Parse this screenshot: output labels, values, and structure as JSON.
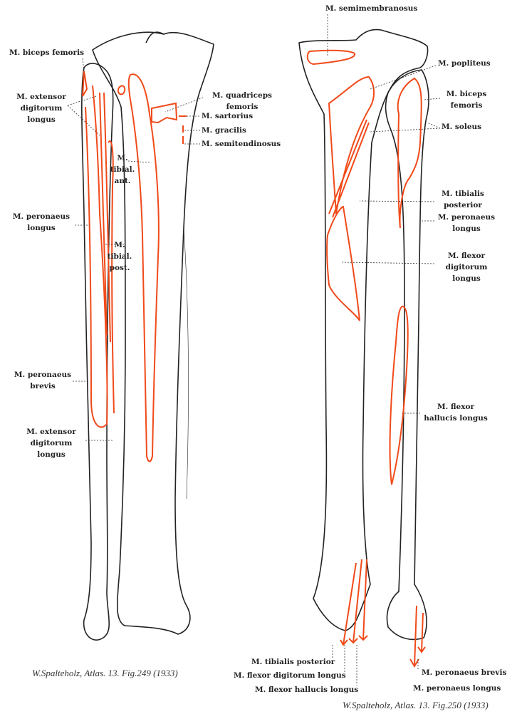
{
  "figure_left": {
    "labels": {
      "biceps_femoris": "M. biceps femoris",
      "extensor_digitorum_longus_top": [
        "M. extensor",
        "digitorum",
        "longus"
      ],
      "quadriceps_femoris": [
        "M. quadriceps",
        "femoris"
      ],
      "sartorius": "M. sartorius",
      "gracilis": "M. gracilis",
      "semitendinosus": "M. semitendinosus",
      "tibial_ant": [
        "M.",
        "tibial.",
        "ant."
      ],
      "peronaeus_longus": [
        "M. peronaeus",
        "longus"
      ],
      "tibial_post": [
        "M.",
        "tibial.",
        "post."
      ],
      "peronaeus_brevis": [
        "M. peronaeus",
        "brevis"
      ],
      "extensor_digitorum_longus_bottom": [
        "M. extensor",
        "digitorum",
        "longus"
      ]
    },
    "caption": "W.Spalteholz, Atlas. 13. Fig.249 (1933)"
  },
  "figure_right": {
    "labels": {
      "semimembranosus": "M. semimembranosus",
      "popliteus": "M. popliteus",
      "biceps_femoris": [
        "M. biceps",
        "femoris"
      ],
      "soleus": "M. soleus",
      "tibialis_posterior": [
        "M. tibialis",
        "posterior"
      ],
      "peronaeus_longus": [
        "M. peronaeus",
        "longus"
      ],
      "flexor_digitorum_longus": [
        "M. flexor",
        "digitorum",
        "longus"
      ],
      "flexor_hallucis_longus": [
        "M. flexor",
        "hallucis longus"
      ],
      "tibialis_posterior_bottom": "M. tibialis posterior",
      "flexor_digitorum_longus_bottom": "M. flexor digitorum longus",
      "flexor_hallucis_longus_bottom": "M. flexor hallucis longus",
      "peronaeus_brevis_bottom": "M. peronaeus brevis",
      "peronaeus_longus_bottom": "M. peronaeus longus"
    },
    "caption": "W.Spalteholz, Atlas. 13. Fig.250 (1933)"
  },
  "colors": {
    "muscle": "#f04a1a",
    "bone": "#222222"
  }
}
